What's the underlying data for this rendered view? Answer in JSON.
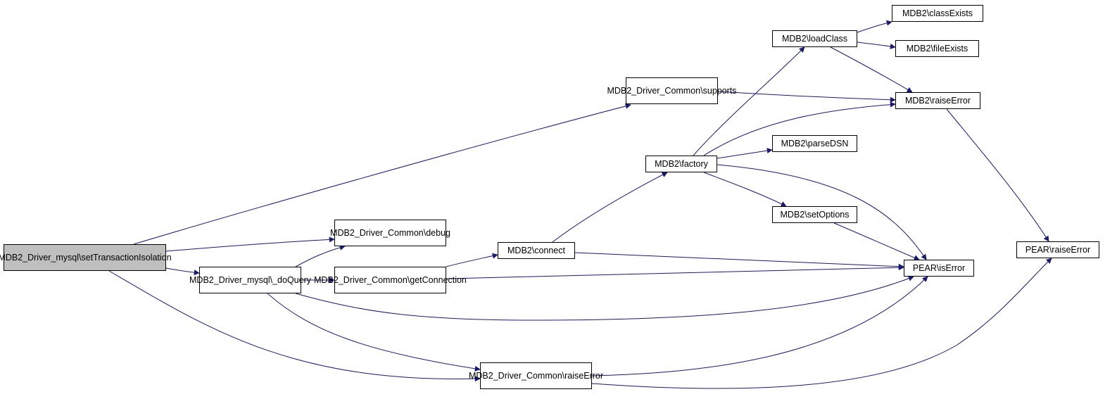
{
  "colors": {
    "edge": "#191970",
    "node_border": "#000000",
    "root_fill": "#bfbfbf",
    "node_fill": "#ffffff"
  },
  "nodes": {
    "root": {
      "lines": [
        "MDB2_Driver_mysql\\setTransaction",
        "Isolation"
      ]
    },
    "common_supports": {
      "lines": [
        "MDB2_Driver_Common",
        "\\supports"
      ]
    },
    "common_debug": {
      "lines": [
        "MDB2_Driver_Common",
        "\\debug"
      ]
    },
    "mysql_doquery": {
      "lines": [
        "MDB2_Driver_mysql\\",
        "_doQuery"
      ]
    },
    "common_getconn": {
      "lines": [
        "MDB2_Driver_Common",
        "\\getConnection"
      ]
    },
    "common_raise": {
      "lines": [
        "MDB2_Driver_Common",
        "\\raiseError"
      ]
    },
    "mdb2_connect": {
      "lines": [
        "MDB2\\connect"
      ]
    },
    "mdb2_factory": {
      "lines": [
        "MDB2\\factory"
      ]
    },
    "mdb2_loadclass": {
      "lines": [
        "MDB2\\loadClass"
      ]
    },
    "mdb2_parsedsn": {
      "lines": [
        "MDB2\\parseDSN"
      ]
    },
    "mdb2_setoptions": {
      "lines": [
        "MDB2\\setOptions"
      ]
    },
    "mdb2_classexists": {
      "lines": [
        "MDB2\\classExists"
      ]
    },
    "mdb2_fileexists": {
      "lines": [
        "MDB2\\fileExists"
      ]
    },
    "mdb2_raise": {
      "lines": [
        "MDB2\\raiseError"
      ]
    },
    "pear_iserror": {
      "lines": [
        "PEAR\\isError"
      ]
    },
    "pear_raise": {
      "lines": [
        "PEAR\\raiseError"
      ]
    }
  },
  "edges": [
    [
      "root",
      "common_supports"
    ],
    [
      "root",
      "common_debug"
    ],
    [
      "root",
      "mysql_doquery"
    ],
    [
      "root",
      "common_raise"
    ],
    [
      "mysql_doquery",
      "common_debug"
    ],
    [
      "mysql_doquery",
      "common_getconn"
    ],
    [
      "mysql_doquery",
      "pear_iserror"
    ],
    [
      "mysql_doquery",
      "common_raise"
    ],
    [
      "common_getconn",
      "mdb2_connect"
    ],
    [
      "common_getconn",
      "pear_iserror"
    ],
    [
      "mdb2_connect",
      "mdb2_factory"
    ],
    [
      "mdb2_connect",
      "pear_iserror"
    ],
    [
      "mdb2_factory",
      "mdb2_loadclass"
    ],
    [
      "mdb2_factory",
      "mdb2_raise"
    ],
    [
      "mdb2_factory",
      "mdb2_parsedsn"
    ],
    [
      "mdb2_factory",
      "mdb2_setoptions"
    ],
    [
      "mdb2_factory",
      "pear_iserror"
    ],
    [
      "mdb2_setoptions",
      "pear_iserror"
    ],
    [
      "mdb2_loadclass",
      "mdb2_classexists"
    ],
    [
      "mdb2_loadclass",
      "mdb2_fileexists"
    ],
    [
      "mdb2_loadclass",
      "mdb2_raise"
    ],
    [
      "common_supports",
      "mdb2_raise"
    ],
    [
      "mdb2_raise",
      "pear_raise"
    ],
    [
      "common_raise",
      "pear_iserror"
    ],
    [
      "common_raise",
      "pear_raise"
    ]
  ]
}
